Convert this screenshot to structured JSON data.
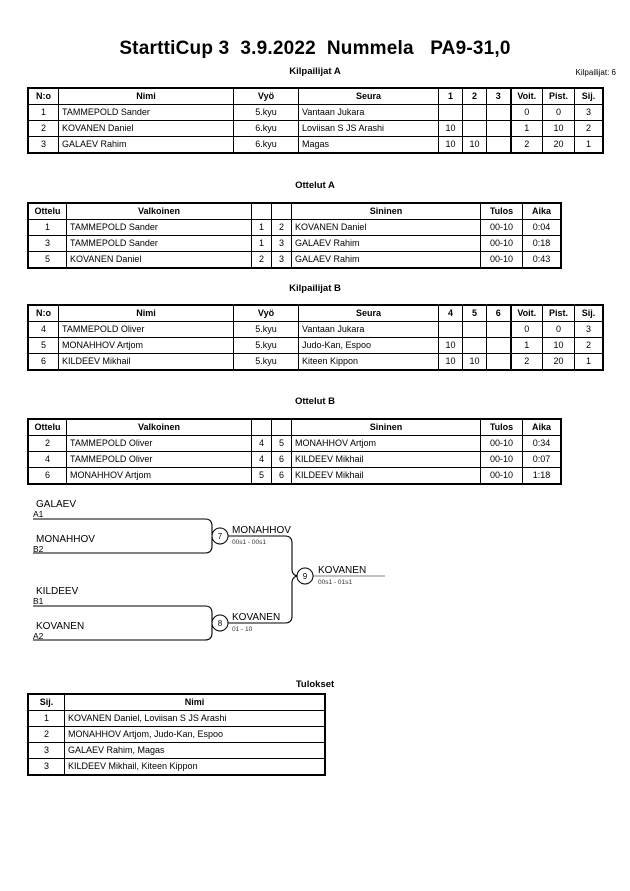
{
  "header": {
    "title": "StarttiCup 3  3.9.2022  Nummela   PA9-31,0",
    "entrant_count_label": "Kilpailijat: 6"
  },
  "captions": {
    "pool_a": "Kilpailijat A",
    "matches_a": "Ottelut A",
    "pool_b": "Kilpailijat B",
    "matches_b": "Ottelut B",
    "results": "Tulokset"
  },
  "pool_columns": {
    "no": "N:o",
    "name": "Nimi",
    "belt": "Vyö",
    "club": "Seura",
    "wins": "Voit.",
    "points": "Pist.",
    "rank": "Sij."
  },
  "pool_a": {
    "round_headers": [
      "1",
      "2",
      "3"
    ],
    "rows": [
      {
        "no": "1",
        "name": "TAMMEPOLD Sander",
        "belt": "5.kyu",
        "club": "Vantaan Jukara",
        "scores": [
          "",
          "",
          ""
        ],
        "wins": "0",
        "points": "0",
        "rank": "3"
      },
      {
        "no": "2",
        "name": "KOVANEN Daniel",
        "belt": "6.kyu",
        "club": "Loviisan S JS Arashi",
        "scores": [
          "10",
          "",
          ""
        ],
        "wins": "1",
        "points": "10",
        "rank": "2"
      },
      {
        "no": "3",
        "name": "GALAEV Rahim",
        "belt": "6.kyu",
        "club": "Magas",
        "scores": [
          "10",
          "10",
          ""
        ],
        "wins": "2",
        "points": "20",
        "rank": "1"
      }
    ]
  },
  "pool_b": {
    "round_headers": [
      "4",
      "5",
      "6"
    ],
    "rows": [
      {
        "no": "4",
        "name": "TAMMEPOLD Oliver",
        "belt": "5.kyu",
        "club": "Vantaan Jukara",
        "scores": [
          "",
          "",
          ""
        ],
        "wins": "0",
        "points": "0",
        "rank": "3"
      },
      {
        "no": "5",
        "name": "MONAHHOV Artjom",
        "belt": "5.kyu",
        "club": "Judo-Kan, Espoo",
        "scores": [
          "10",
          "",
          ""
        ],
        "wins": "1",
        "points": "10",
        "rank": "2"
      },
      {
        "no": "6",
        "name": "KILDEEV Mikhail",
        "belt": "5.kyu",
        "club": "Kiteen Kippon",
        "scores": [
          "10",
          "10",
          ""
        ],
        "wins": "2",
        "points": "20",
        "rank": "1"
      }
    ]
  },
  "match_columns": {
    "match": "Ottelu",
    "white": "Valkoinen",
    "blue": "Sininen",
    "result": "Tulos",
    "time": "Aika"
  },
  "matches_a": [
    {
      "match": "1",
      "white": "TAMMEPOLD Sander",
      "white_no": "1",
      "blue_no": "2",
      "blue": "KOVANEN Daniel",
      "result": "00-10",
      "time": "0:04"
    },
    {
      "match": "3",
      "white": "TAMMEPOLD Sander",
      "white_no": "1",
      "blue_no": "3",
      "blue": "GALAEV Rahim",
      "result": "00-10",
      "time": "0:18"
    },
    {
      "match": "5",
      "white": "KOVANEN Daniel",
      "white_no": "2",
      "blue_no": "3",
      "blue": "GALAEV Rahim",
      "result": "00-10",
      "time": "0:43"
    }
  ],
  "matches_b": [
    {
      "match": "2",
      "white": "TAMMEPOLD Oliver",
      "white_no": "4",
      "blue_no": "5",
      "blue": "MONAHHOV Artjom",
      "result": "00-10",
      "time": "0:34"
    },
    {
      "match": "4",
      "white": "TAMMEPOLD Oliver",
      "white_no": "4",
      "blue_no": "6",
      "blue": "KILDEEV Mikhail",
      "result": "00-10",
      "time": "0:07"
    },
    {
      "match": "6",
      "white": "MONAHHOV Artjom",
      "white_no": "5",
      "blue_no": "6",
      "blue": "KILDEEV Mikhail",
      "result": "00-10",
      "time": "1:18"
    }
  ],
  "bracket": {
    "entries": [
      {
        "name": "GALAEV",
        "seed": "A1"
      },
      {
        "name": "MONAHHOV",
        "seed": "B2"
      },
      {
        "name": "KILDEEV",
        "seed": "B1"
      },
      {
        "name": "KOVANEN",
        "seed": "A2"
      }
    ],
    "semifinal_top": {
      "number": "7",
      "winner": "MONAHHOV",
      "score": "00s1 - 00s1"
    },
    "semifinal_bottom": {
      "number": "8",
      "winner": "KOVANEN",
      "score": "01 - 10"
    },
    "final": {
      "number": "9",
      "winner": "KOVANEN",
      "score": "00s1 - 01s1"
    }
  },
  "results_columns": {
    "rank": "Sij.",
    "name": "Nimi"
  },
  "results": [
    {
      "rank": "1",
      "name": "KOVANEN Daniel, Loviisan S JS Arashi"
    },
    {
      "rank": "2",
      "name": "MONAHHOV Artjom, Judo-Kan, Espoo"
    },
    {
      "rank": "3",
      "name": "GALAEV Rahim, Magas"
    },
    {
      "rank": "3",
      "name": "KILDEEV Mikhail, Kiteen Kippon"
    }
  ]
}
